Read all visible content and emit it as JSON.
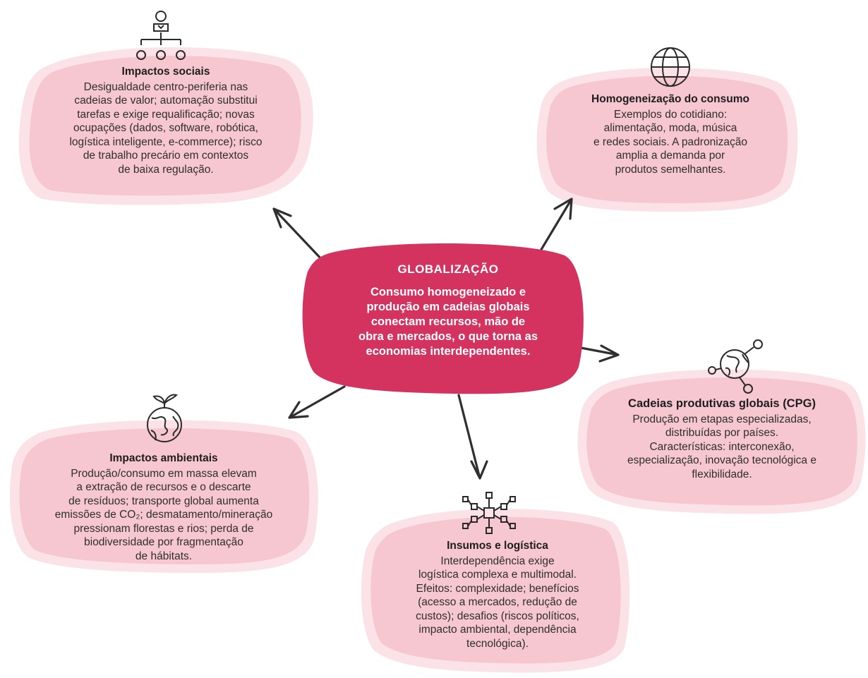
{
  "colors": {
    "blob_outer": "#fbe2e7",
    "blob_inner": "#f7c7d1",
    "center": "#d4325f",
    "arrow": "#2f2f2f",
    "text": "#2e2e2e"
  },
  "center": {
    "title": "GLOBALIZAÇÃO",
    "lines": [
      "Consumo homogeneizado e",
      "produção em cadeias globais",
      "conectam recursos, mão de",
      "obra e mercados, o que torna as",
      "economias interdependentes."
    ]
  },
  "nodes": {
    "social": {
      "icon": "org-chart-icon",
      "title": "Impactos sociais",
      "lines": [
        "Desigualdade centro-periferia nas",
        "cadeias de valor; automação substitui",
        "tarefas e exige requalificação; novas",
        "ocupações (dados, software, robótica,",
        "logística inteligente, e-commerce); risco",
        "de trabalho precário em contextos",
        "de baixa regulação."
      ]
    },
    "consumo": {
      "icon": "globe-icon",
      "title": "Homogeneização do consumo",
      "lines": [
        "Exemplos do cotidiano:",
        "alimentação, moda, música",
        "e redes sociais. A padronização",
        "amplia a demanda por",
        "produtos semelhantes."
      ]
    },
    "cadeias": {
      "icon": "connected-globe-icon",
      "title": "Cadeias produtivas globais (CPG)",
      "lines": [
        "Produção em etapas especializadas,",
        "distribuídas por países.",
        "Características: interconexão,",
        "especialização, inovação tecnológica e",
        "flexibilidade."
      ]
    },
    "ambientais": {
      "icon": "earth-sprout-icon",
      "title": "Impactos ambientais",
      "lines": [
        "Produção/consumo em massa elevam",
        "a extração de recursos e o descarte",
        "de resíduos; transporte global aumenta",
        "emissões de CO₂; desmatamento/mineração",
        "pressionam florestas e rios; perda de",
        "biodiversidade por fragmentação",
        "de hábitats."
      ]
    },
    "logistica": {
      "icon": "network-nodes-icon",
      "title": "Insumos e logística",
      "lines": [
        "Interdependência exige",
        "logística complexa e multimodal.",
        "Efeitos: complexidade; benefícios",
        "(acesso a mercados, redução de",
        "custos); desafios (riscos políticos,",
        "impacto ambiental, dependência",
        "tecnológica)."
      ]
    }
  }
}
